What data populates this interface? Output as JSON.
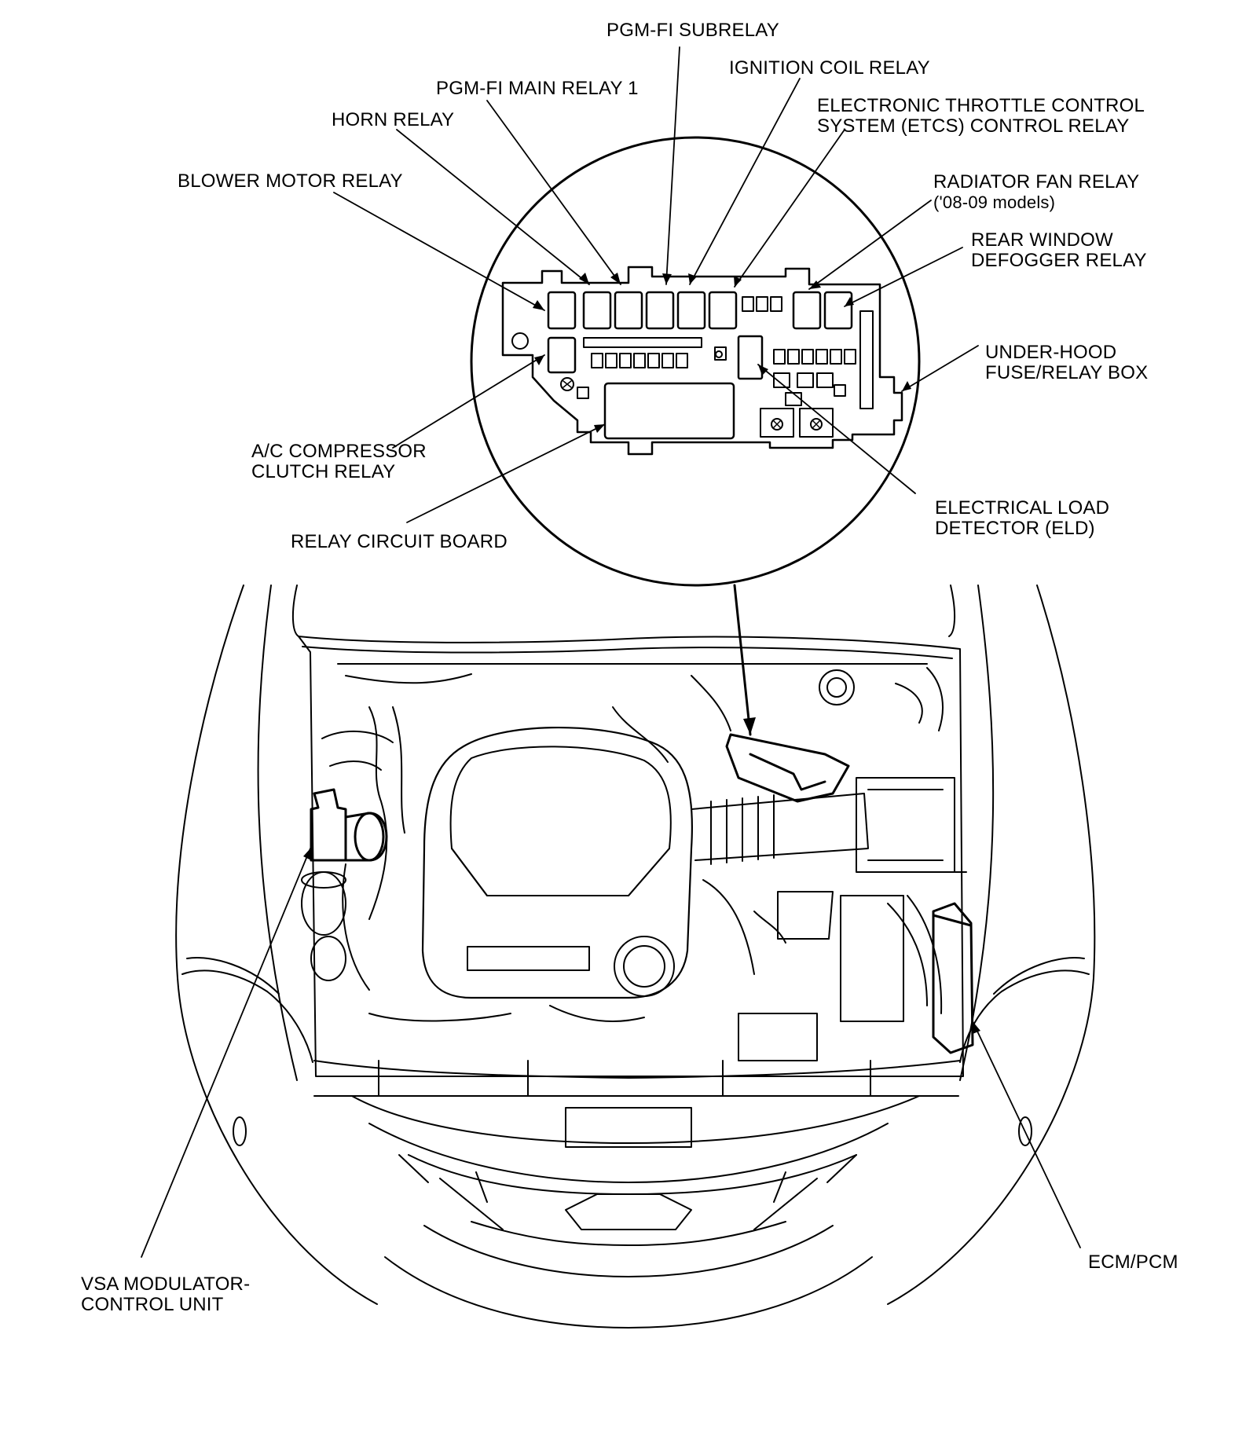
{
  "labels": {
    "pgmfi_subrelay": "PGM-FI SUBRELAY",
    "ignition_coil_relay": "IGNITION COIL RELAY",
    "pgmfi_main_relay": "PGM-FI MAIN RELAY 1",
    "etcs_line1": "ELECTRONIC THROTTLE CONTROL",
    "etcs_line2": "SYSTEM (ETCS) CONTROL RELAY",
    "horn_relay": "HORN RELAY",
    "blower_motor_relay": "BLOWER MOTOR RELAY",
    "radiator_fan_line1": "RADIATOR FAN RELAY",
    "radiator_fan_line2": "('08-09 models)",
    "rear_defogger_line1": "REAR WINDOW",
    "rear_defogger_line2": "DEFOGGER RELAY",
    "underhood_line1": "UNDER-HOOD",
    "underhood_line2": "FUSE/RELAY BOX",
    "ac_compressor_line1": "A/C COMPRESSOR",
    "ac_compressor_line2": "CLUTCH RELAY",
    "relay_circuit_board": "RELAY CIRCUIT BOARD",
    "eld_line1": "ELECTRICAL LOAD",
    "eld_line2": "DETECTOR (ELD)",
    "vsa_line1": "VSA MODULATOR-",
    "vsa_line2": "CONTROL UNIT",
    "ecm_pcm": "ECM/PCM"
  }
}
